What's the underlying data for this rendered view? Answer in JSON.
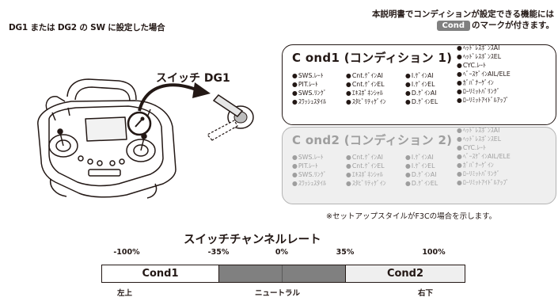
{
  "heading_left": "DG1 または DG2 の SW に設定した場合",
  "heading_right": {
    "line1": "本説明書でコンディションが設定できる機能には",
    "pill": "Cond",
    "line2_suffix": "のマークが付きます。"
  },
  "switch_label": "スイッチ DG1",
  "cond1": {
    "title": "C ond1 (コンディション 1)",
    "col1": [
      "SWS.ﾚｰﾄ",
      "PIT.ﾚｰﾄ",
      "SWS.ﾘﾝｸﾞ",
      "ｽﾜｯｼｭｽﾀｲﾙ"
    ],
    "col2": [
      "Cnt.ｹﾞｲﾝAI",
      "Cnt.ｹﾞｲﾝEL",
      "ｴｷｽﾎﾟﾈﾝｼｬﾙ",
      "ｽﾀﾋﾞﾘﾃｨｹﾞｲﾝ"
    ],
    "col3": [
      "I.ｹﾞｲﾝAI",
      "I.ｹﾞｲﾝEL",
      "D.ｹﾞｲﾝAI",
      "D.ｹﾞｲﾝEL"
    ],
    "col4": [
      "ﾍｯﾄﾞﾚｽﾎﾟﾝｽAI",
      "ﾍｯﾄﾞﾚｽﾎﾟﾝｽEL",
      "CYC.ﾚｰﾄ",
      "ﾍﾞｰｽｹﾞｲﾝAIL/ELE",
      "ｶﾞﾊﾞﾅｰｹﾞｲﾝ",
      "ﾛｰﾘﾐｯﾄﾊﾞﾘﾝｸﾞ",
      "ﾛｰﾘﾐｯﾄｱｲﾄﾞﾙｱｯﾌﾟ"
    ]
  },
  "cond2": {
    "title": "C ond2 (コンディション 2)",
    "col1": [
      "SWS.ﾚｰﾄ",
      "PIT.ﾚｰﾄ",
      "SWS.ﾘﾝｸﾞ",
      "ｽﾜｯｼｭｽﾀｲﾙ"
    ],
    "col2": [
      "Cnt.ｹﾞｲﾝAI",
      "Cnt.ｹﾞｲﾝEL",
      "ｴｷｽﾎﾟﾈﾝｼｬﾙ",
      "ｽﾀﾋﾞﾘﾃｨｹﾞｲﾝ"
    ],
    "col3": [
      "I.ｹﾞｲﾝAI",
      "I.ｹﾞｲﾝEL",
      "D.ｹﾞｲﾝAI",
      "D.ｹﾞｲﾝEL"
    ],
    "col4": [
      "ﾍｯﾄﾞﾚｽﾎﾟﾝｽAI",
      "ﾍｯﾄﾞﾚｽﾎﾟﾝｽEL",
      "CYC.ﾚｰﾄ",
      "ﾍﾞｰｽｹﾞｲﾝAIL/ELE",
      "ｶﾞﾊﾞﾅｰｹﾞｲﾝ",
      "ﾛｰﾘﾐｯﾄﾊﾞﾘﾝｸﾞ",
      "ﾛｰﾘﾐｯﾄｱｲﾄﾞﾙｱｯﾌﾟ"
    ]
  },
  "note": "※セットアップスタイルがF3Cの場合を示します。",
  "rate": {
    "title": "スイッチチャンネルレート",
    "ticks": [
      "-100%",
      "-35%",
      "0%",
      "35%",
      "100%"
    ],
    "segments": [
      "Cond1",
      "Cond2"
    ],
    "positions": [
      "左上",
      "ニュートラル",
      "右下"
    ]
  },
  "colors": {
    "text": "#231815",
    "neutral_band": "#808080",
    "cond2_fill": "#efefef",
    "cond2_text": "#9e9e9e"
  }
}
